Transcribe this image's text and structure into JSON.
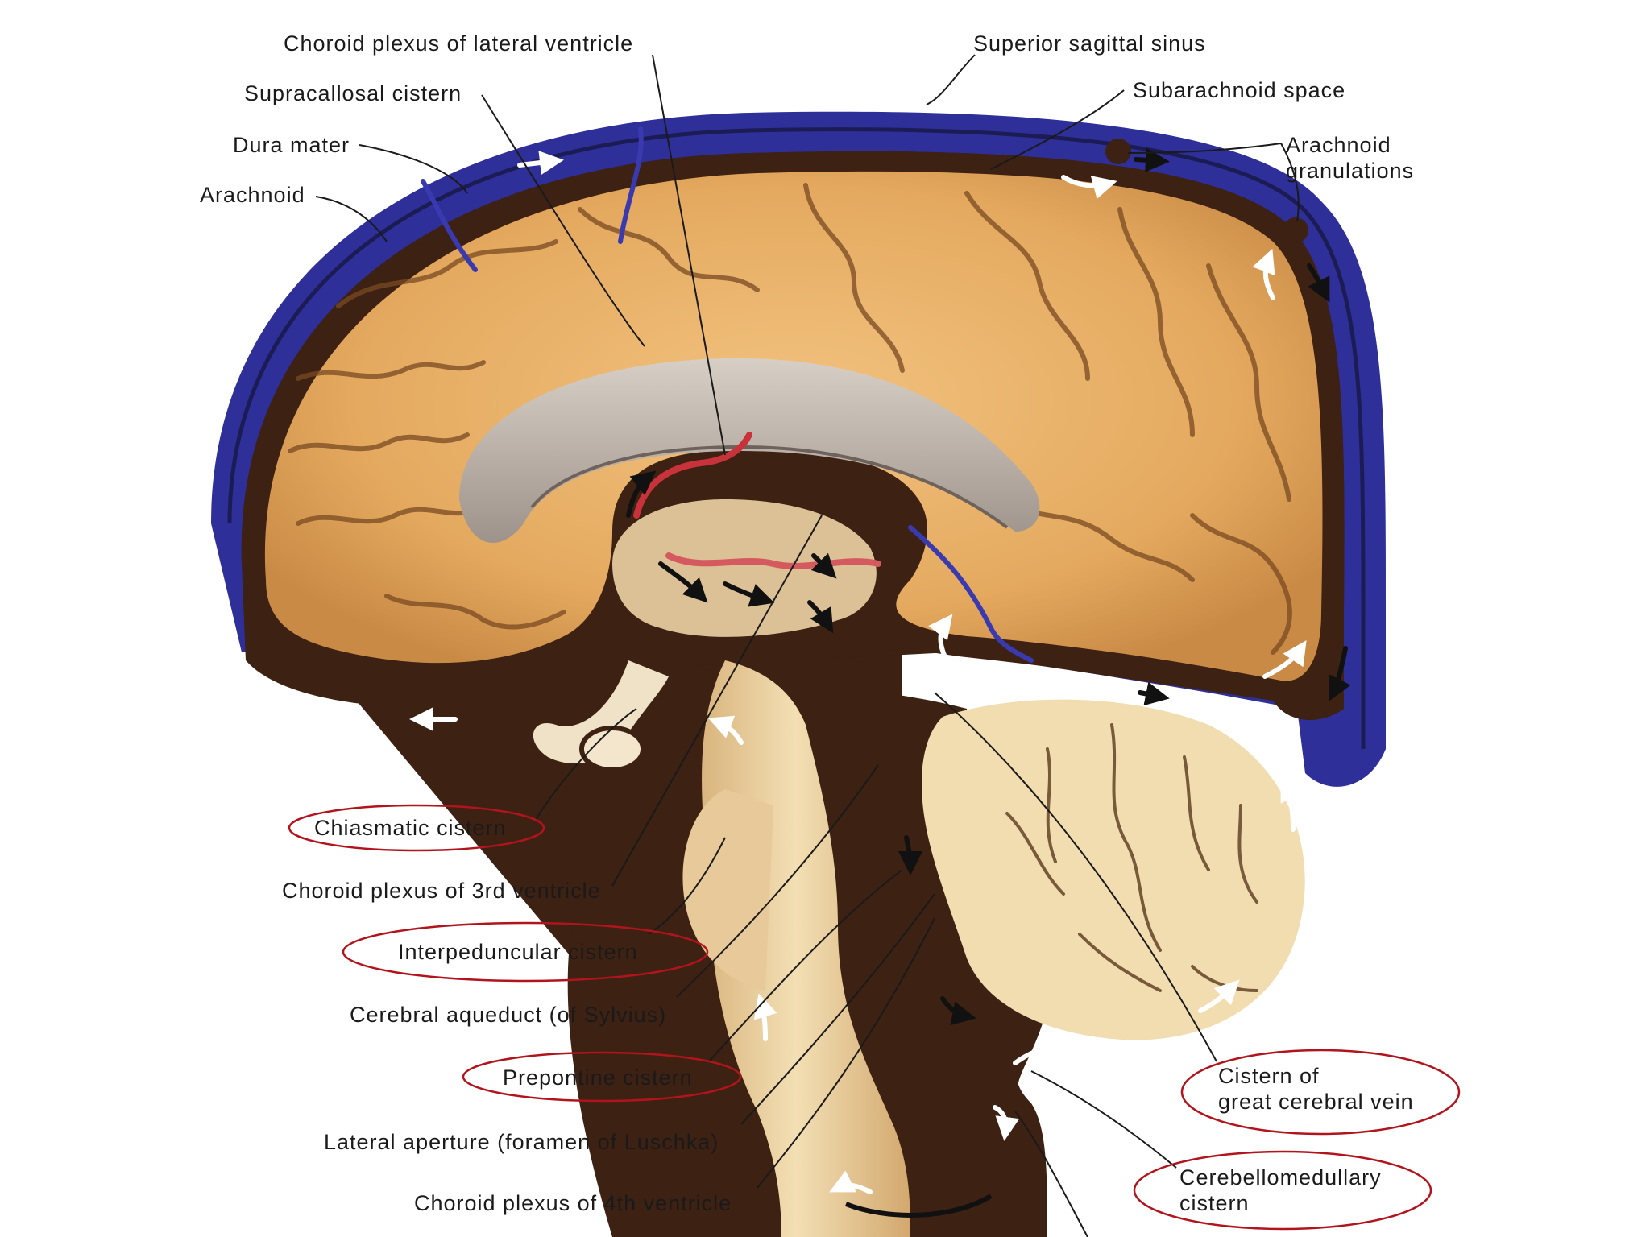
{
  "labels": {
    "choroid_lateral": "Choroid plexus of lateral ventricle",
    "supracallosal": "Supracallosal cistern",
    "dura_mater": "Dura mater",
    "arachnoid": "Arachnoid",
    "superior_sagittal_sinus": "Superior sagittal sinus",
    "subarachnoid_space": "Subarachnoid space",
    "arachnoid_granulations_1": "Arachnoid",
    "arachnoid_granulations_2": "granulations",
    "chiasmatic": "Chiasmatic cistern",
    "choroid_3rd": "Choroid plexus of 3rd ventricle",
    "interpeduncular": "Interpeduncular cistern",
    "aqueduct": "Cerebral aqueduct (of Sylvius)",
    "prepontine": "Prepontine cistern",
    "luschka": "Lateral aperture (foramen of Luschka)",
    "choroid_4th": "Choroid plexus of 4th ventricle",
    "great_vein_1": "Cistern of",
    "great_vein_2": "great cerebral vein",
    "cerebellomedullary_1": "Cerebellomedullary",
    "cerebellomedullary_2": "cistern"
  },
  "colors": {
    "dura_blue": "#2f2f9a",
    "csf_brown": "#3d2113",
    "cortex_tan": "#e9b46f",
    "cerebellum_cream": "#f1ddb0",
    "highlight_oval": "#b1141c",
    "choroid_red": "#c8323a"
  }
}
